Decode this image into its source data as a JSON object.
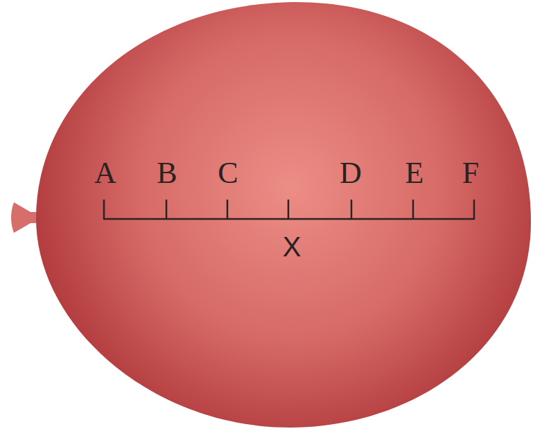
{
  "diagram": {
    "labels": [
      "A",
      "B",
      "C",
      "D",
      "E",
      "F",
      "X"
    ]
  }
}
